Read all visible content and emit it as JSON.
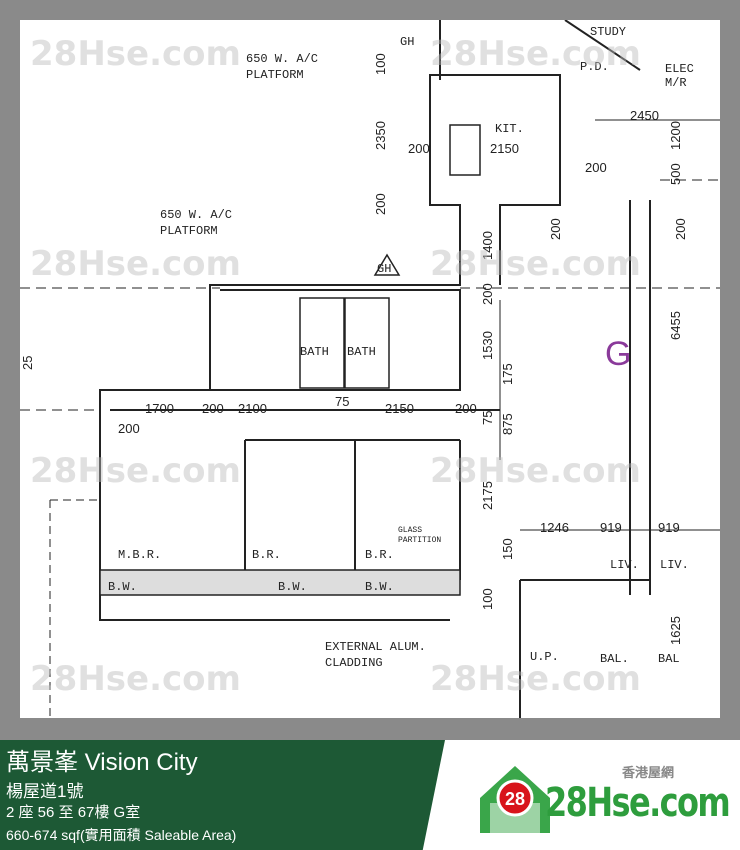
{
  "plan": {
    "unit_label": "G",
    "labels": [
      "650 W. A/C",
      "PLATFORM",
      "650 W. A/C",
      "PLATFORM",
      "GH",
      "GH",
      "STUDY",
      "P.D.",
      "ELEC",
      "M/R",
      "KIT.",
      "BATH",
      "BATH",
      "M.B.R.",
      "B.R.",
      "B.R.",
      "GLASS",
      "PARTITION",
      "B.W.",
      "B.W.",
      "B.W.",
      "EXTERNAL ALUM.",
      "CLADDING",
      "LIV.",
      "LIV.",
      "U.P.",
      "BAL.",
      "BAL"
    ],
    "dimensions": [
      "100",
      "2350",
      "200",
      "200",
      "2150",
      "2450",
      "1200",
      "500",
      "200",
      "200",
      "200",
      "1400",
      "200",
      "1530",
      "175",
      "875",
      "75",
      "2175",
      "6455",
      "25",
      "1700",
      "200",
      "2100",
      "75",
      "2150",
      "200",
      "200",
      "1246",
      "919",
      "919",
      "150",
      "100",
      "1625"
    ],
    "watermark": "28Hse.com"
  },
  "footer": {
    "title": "萬景峯 Vision City",
    "address": "楊屋道1號",
    "unit": "2 座 56 至 67樓 G室",
    "area": "660-674 sqf(實用面積 Saleable Area)",
    "logo_tagline": "香港屋網",
    "logo_brand": "28Hse.com",
    "logo_badge": "28",
    "brand_color": "#1d5935",
    "logo_color": "#2e9d3d"
  }
}
